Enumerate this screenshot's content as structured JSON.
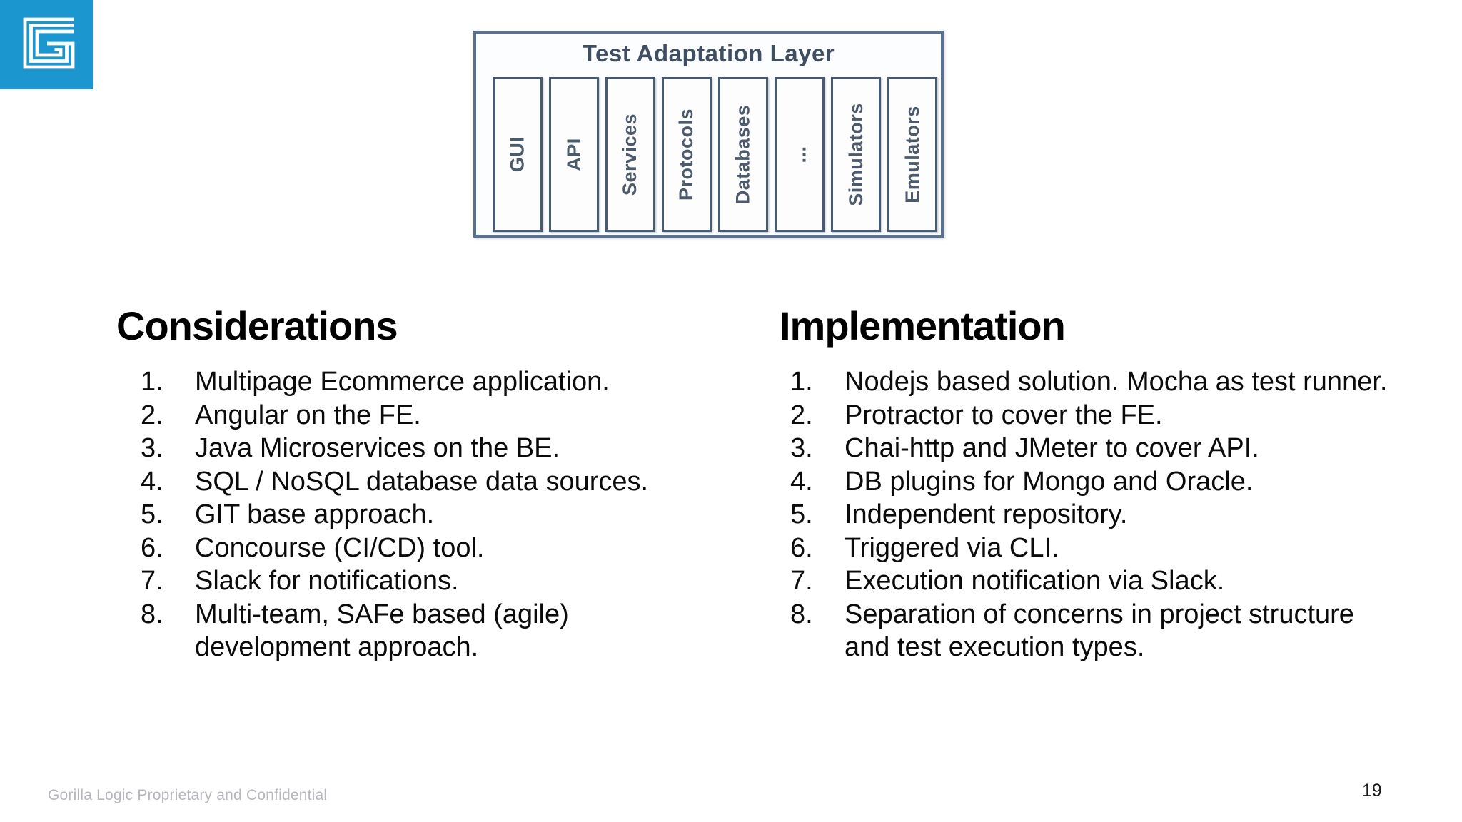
{
  "logo": {
    "bg_color": "#1c96ce",
    "glyph": "gorilla-logic-maze-g"
  },
  "diagram": {
    "title": "Test Adaptation Layer",
    "boxes": [
      "GUI",
      "API",
      "Services",
      "Protocols",
      "Databases",
      "...",
      "Simulators",
      "Emulators"
    ],
    "outer_border_color": "#5a7193",
    "inner_border_color": "#475b74",
    "title_color": "#3f4e63"
  },
  "considerations": {
    "heading": "Considerations",
    "items": [
      {
        "num": "1.",
        "text": "Multipage Ecommerce application."
      },
      {
        "num": "2.",
        "text": "Angular on the FE."
      },
      {
        "num": "3.",
        "text": "Java Microservices on the BE."
      },
      {
        "num": "4.",
        "text": "SQL / NoSQL database data sources."
      },
      {
        "num": "5.",
        "text": "GIT base approach."
      },
      {
        "num": "6.",
        "text": "Concourse (CI/CD) tool."
      },
      {
        "num": "7.",
        "text": "Slack for notifications."
      },
      {
        "num": "8.",
        "text": "Multi-team, SAFe based (agile)\ndevelopment approach."
      }
    ]
  },
  "implementation": {
    "heading": "Implementation",
    "items": [
      {
        "num": "1.",
        "text": "Nodejs based solution. Mocha as test runner."
      },
      {
        "num": "2.",
        "text": "Protractor to cover the FE."
      },
      {
        "num": "3.",
        "text": "Chai-http and JMeter to cover API."
      },
      {
        "num": "4.",
        "text": "DB plugins for Mongo and Oracle."
      },
      {
        "num": "5.",
        "text": "Independent repository."
      },
      {
        "num": "6.",
        "text": "Triggered via CLI."
      },
      {
        "num": "7.",
        "text": "Execution notification via Slack."
      },
      {
        "num": "8.",
        "text": "Separation of concerns in project structure\nand test execution types."
      }
    ]
  },
  "footer": {
    "note": "Gorilla Logic Proprietary and Confidential",
    "page_number": "19"
  }
}
